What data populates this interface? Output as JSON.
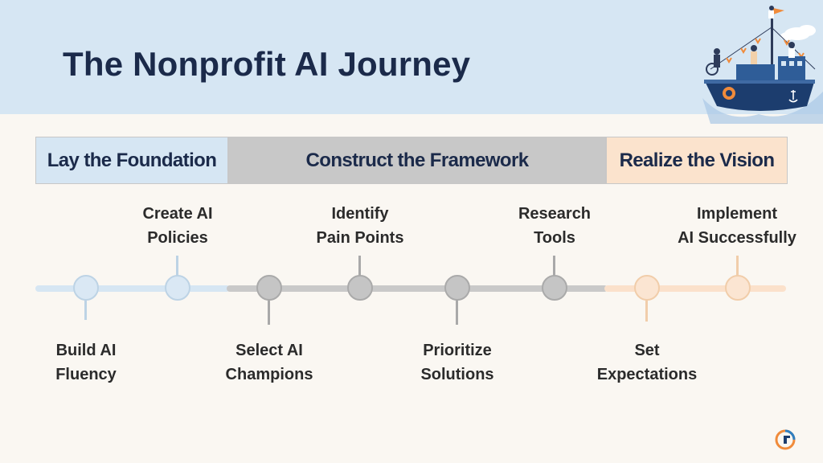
{
  "title": "The Nonprofit AI Journey",
  "phases": [
    {
      "label": "Lay the Foundation",
      "color": "#d6e6f3"
    },
    {
      "label": "Construct the Framework",
      "color": "#c8c8c8"
    },
    {
      "label": "Realize the Vision",
      "color": "#fbe3cd"
    }
  ],
  "steps": [
    {
      "line1": "Build AI",
      "line2": "Fluency",
      "phase": 1,
      "position": "below"
    },
    {
      "line1": "Create AI",
      "line2": "Policies",
      "phase": 1,
      "position": "above"
    },
    {
      "line1": "Select AI",
      "line2": "Champions",
      "phase": 2,
      "position": "below"
    },
    {
      "line1": "Identify",
      "line2": "Pain Points",
      "phase": 2,
      "position": "above"
    },
    {
      "line1": "Prioritize",
      "line2": "Solutions",
      "phase": 2,
      "position": "below"
    },
    {
      "line1": "Research",
      "line2": "Tools",
      "phase": 2,
      "position": "above"
    },
    {
      "line1": "Set",
      "line2": "Expectations",
      "phase": 3,
      "position": "below"
    },
    {
      "line1": "Implement",
      "line2": "AI Successfully",
      "phase": 3,
      "position": "above"
    }
  ],
  "icons": {
    "illustration": "ship-illustration",
    "logo": "brand-logo-icon"
  }
}
